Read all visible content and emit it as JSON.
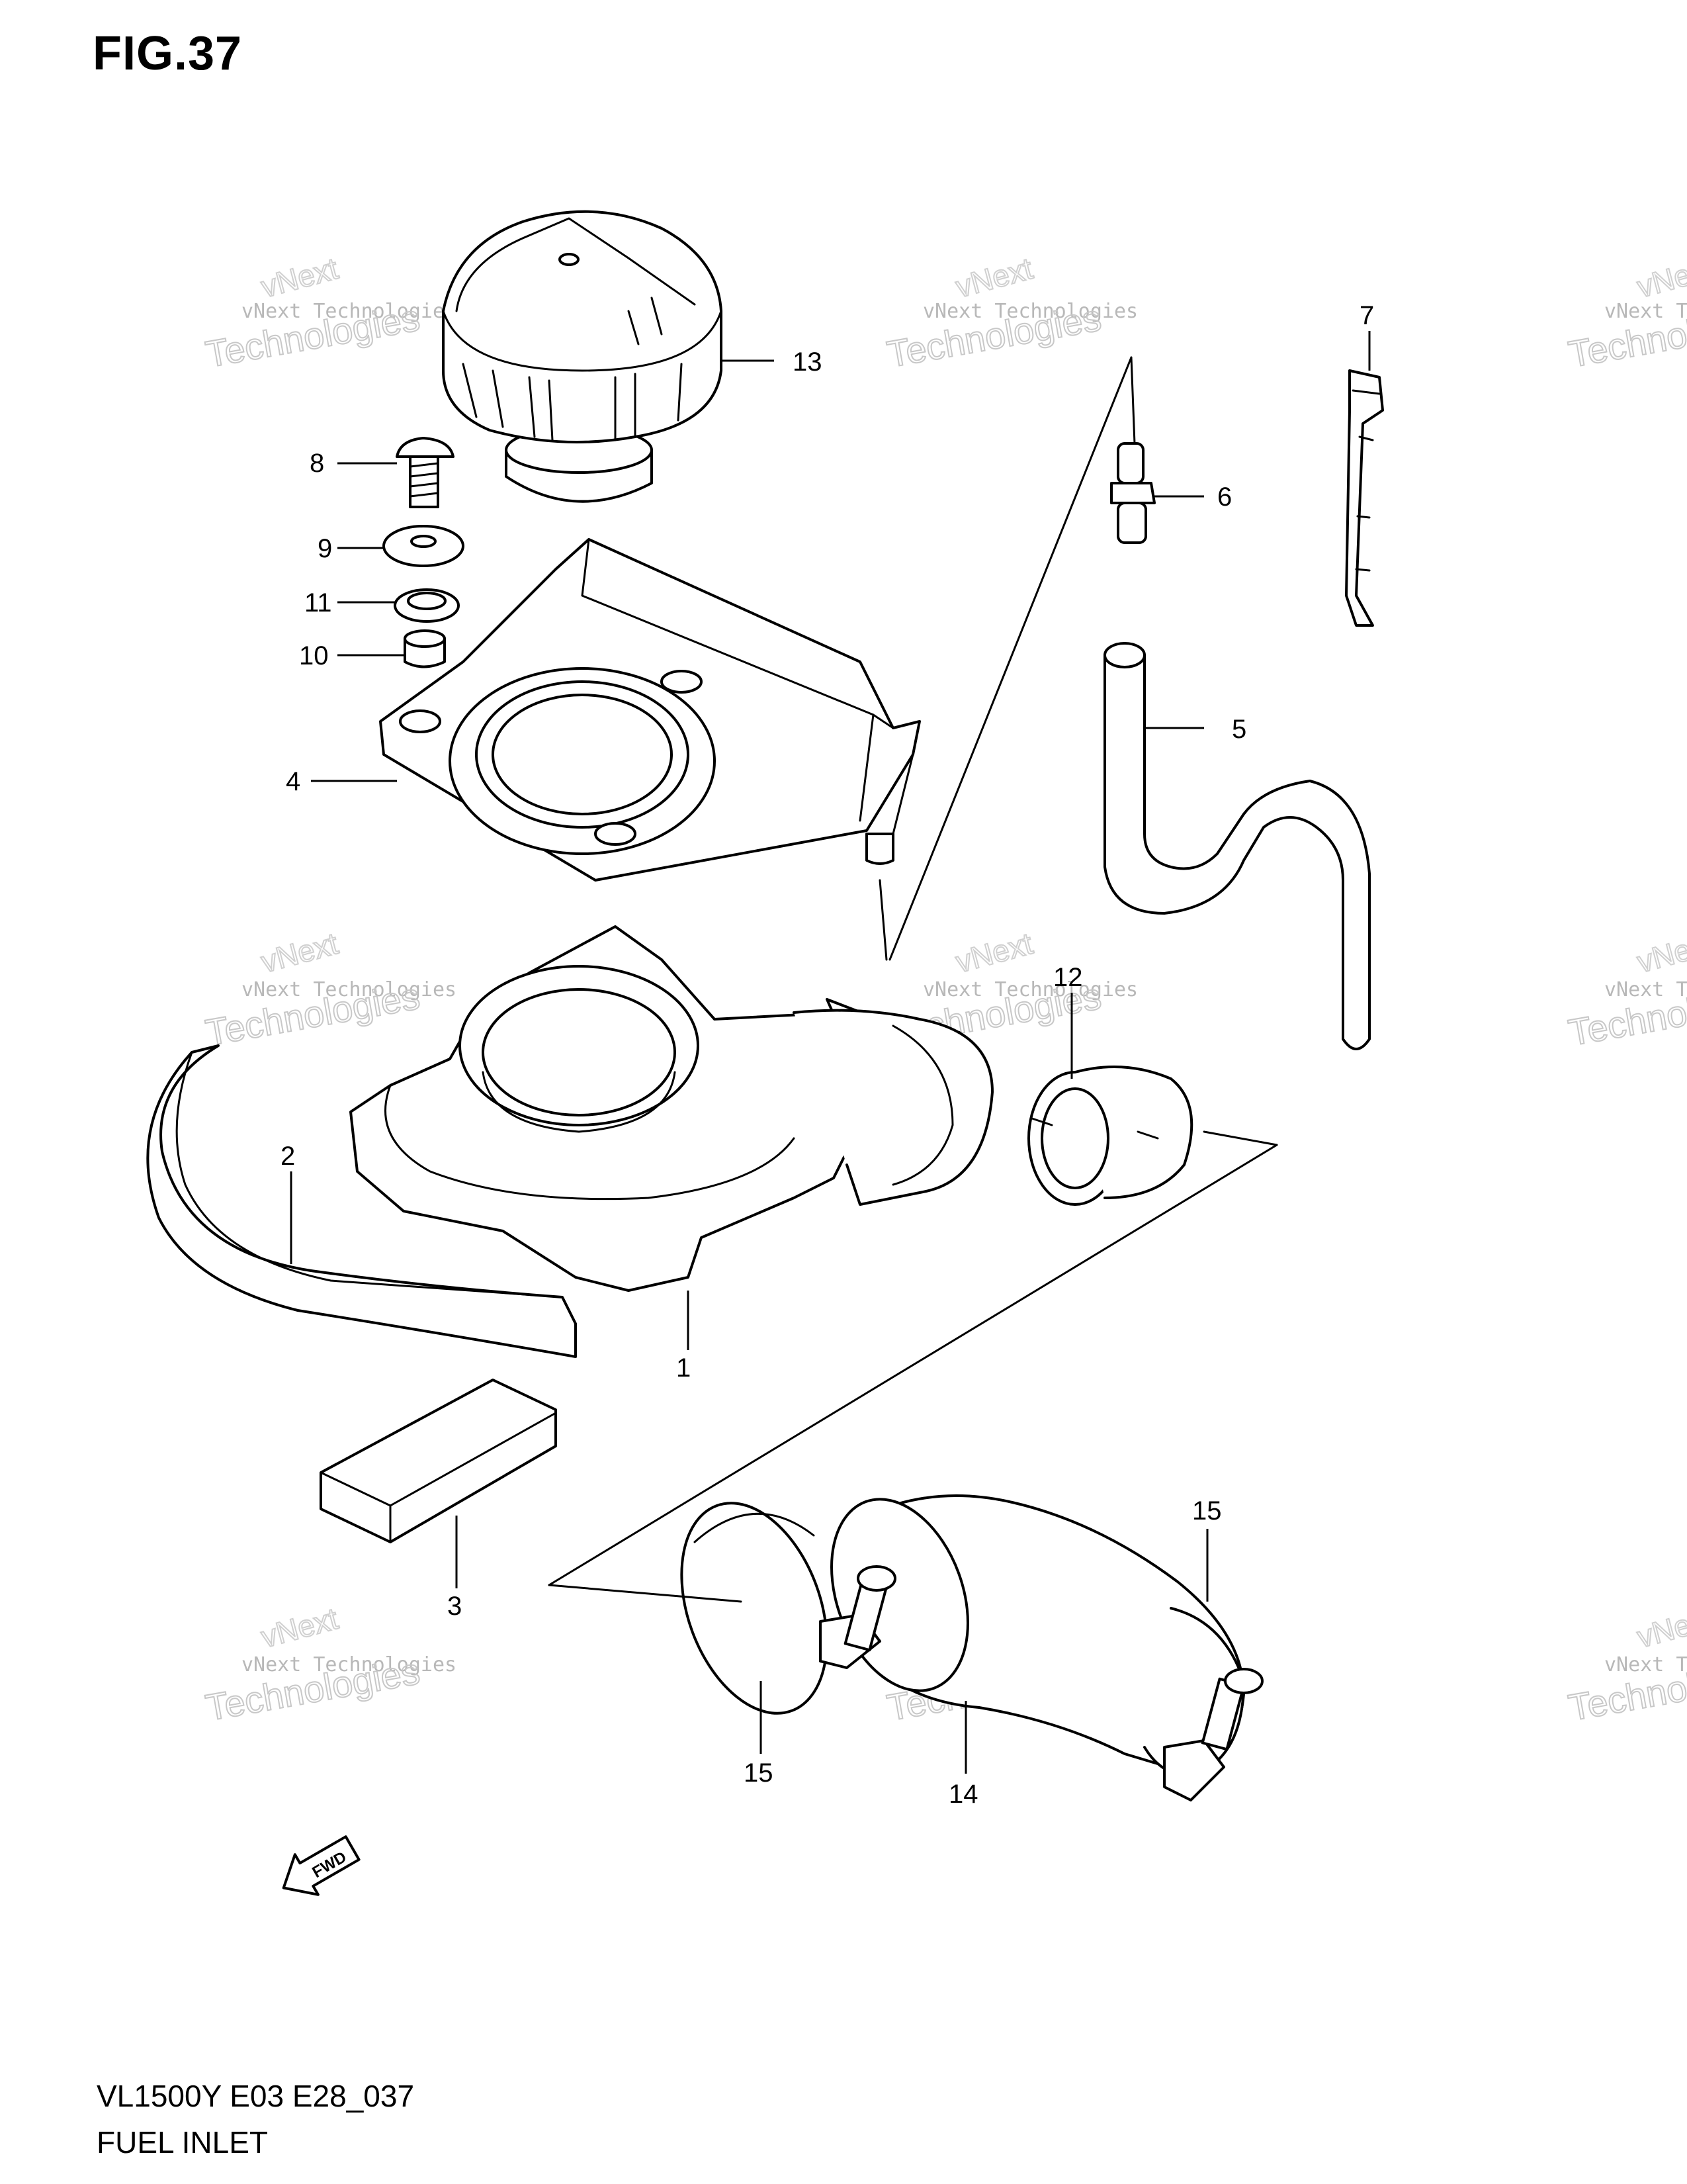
{
  "figure": {
    "title": "FIG.37",
    "code": "VL1500Y E03 E28_037",
    "name": "FUEL INLET"
  },
  "callouts": [
    {
      "id": "1",
      "label": "1"
    },
    {
      "id": "2",
      "label": "2"
    },
    {
      "id": "3",
      "label": "3"
    },
    {
      "id": "4",
      "label": "4"
    },
    {
      "id": "5",
      "label": "5"
    },
    {
      "id": "6",
      "label": "6"
    },
    {
      "id": "7",
      "label": "7"
    },
    {
      "id": "8",
      "label": "8"
    },
    {
      "id": "9",
      "label": "9"
    },
    {
      "id": "10",
      "label": "10"
    },
    {
      "id": "11",
      "label": "11"
    },
    {
      "id": "12",
      "label": "12"
    },
    {
      "id": "13",
      "label": "13"
    },
    {
      "id": "14",
      "label": "14"
    },
    {
      "id": "15a",
      "label": "15"
    },
    {
      "id": "15b",
      "label": "15"
    }
  ],
  "watermark": {
    "line1": "vNext Technologies",
    "line2": "Technologies",
    "line3": "vNext"
  },
  "fwd_arrow": {
    "label": "FWD"
  },
  "colors": {
    "line": "#000000",
    "background": "#ffffff",
    "watermark": "#c0c0c0"
  }
}
